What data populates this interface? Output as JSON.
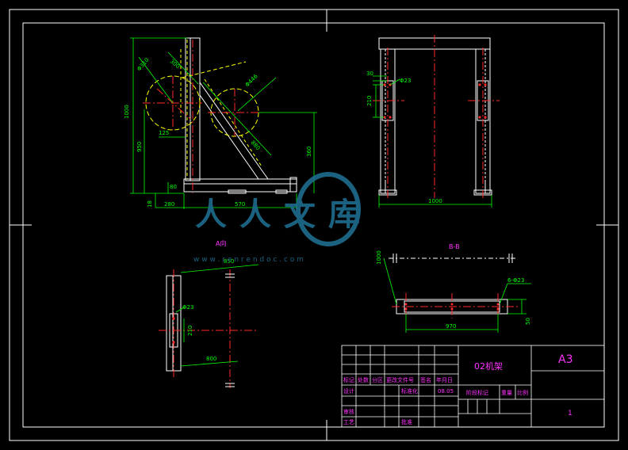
{
  "colors": {
    "background": "#000000",
    "frame": "#ffffff",
    "outline": "#ffffff",
    "dimension": "#00ff00",
    "centerline": "#ff2a2a",
    "hidden": "#ffff00",
    "text": "#ff33ff",
    "watermark": "#1e6d8f"
  },
  "views": {
    "section_a_label": "A向",
    "section_b_label": "B-B"
  },
  "dimensions": {
    "front_height": "1000",
    "front_height2": "950",
    "front_lower": "360",
    "front_base": "80",
    "front_foot": "18",
    "front_w1": "280",
    "front_w2": "570",
    "front_dia1": "Φ310",
    "front_dia2": "Φ446",
    "front_r1": "300",
    "front_125": "125",
    "front_diag": "880",
    "side_30": "30",
    "side_dia": "Φ23",
    "side_210": "210",
    "side_width": "1000",
    "a_top": "850",
    "a_dia": "Φ23",
    "a_210": "210",
    "a_bottom": "800",
    "b_vert": "1000",
    "b_holes": "6-Φ23",
    "b_width": "970",
    "b_50": "50"
  },
  "title_block": {
    "drawing_name": "02机架",
    "sheet_size": "A3",
    "scale_value": "1",
    "row1": [
      "标记",
      "处数",
      "分区",
      "更改文件号",
      "签名",
      "年月日"
    ],
    "designer": "设计",
    "standardization": "标准化",
    "date": "08.05",
    "stage_mark": "阶段标记",
    "weight": "重量",
    "scale": "比例",
    "review": "审核",
    "process": "工艺",
    "approve": "批准"
  },
  "watermark": {
    "logo_text": "人人文库",
    "url_text": "w w w . r e n r e n d o c . c o m"
  }
}
